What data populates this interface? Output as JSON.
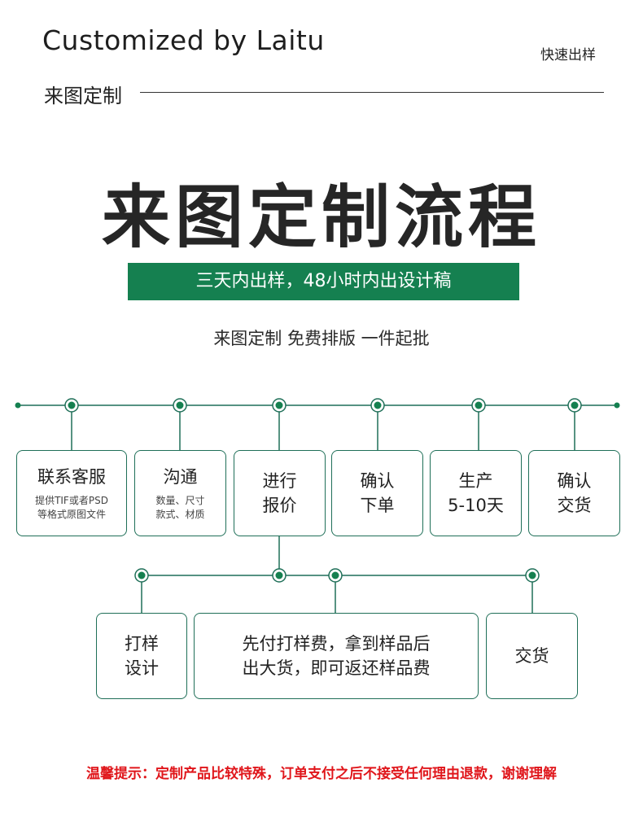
{
  "header": {
    "brand_en": "Customized by Laitu",
    "tag": "快速出样",
    "brand_cn": "来图定制"
  },
  "title": "来图定制流程",
  "banner": "三天内出样，48小时内出设计稿",
  "slogan": "来图定制  免费排版  一件起批",
  "steps": [
    {
      "title": "联系客服",
      "sub": [
        "提供TIF或者PSD",
        "等格式原图文件"
      ]
    },
    {
      "title": "沟通",
      "sub": [
        "数量、尺寸",
        "款式、材质"
      ]
    },
    {
      "lines": [
        "进行",
        "报价"
      ]
    },
    {
      "lines": [
        "确认",
        "下单"
      ]
    },
    {
      "lines": [
        "生产",
        "5-10天"
      ]
    },
    {
      "lines": [
        "确认",
        "交货"
      ]
    }
  ],
  "substeps": [
    {
      "lines": [
        "打样",
        "设计"
      ]
    },
    {
      "lines": [
        "先付打样费，拿到样品后",
        "出大货，即可返还样品费"
      ]
    },
    {
      "lines": [
        "交货"
      ]
    }
  ],
  "warning": "温馨提示：定制产品比较特殊，订单支付之后不接受任何理由退款，谢谢理解",
  "colors": {
    "accent": "#158050",
    "line": "#1f6f58",
    "warning": "#e0161b"
  }
}
